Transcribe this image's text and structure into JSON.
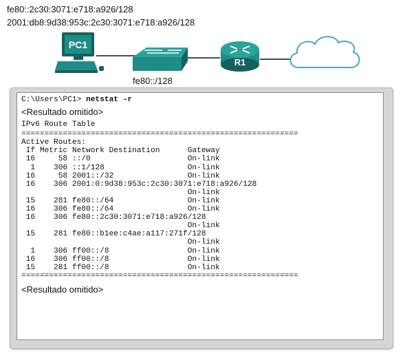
{
  "addresses": {
    "link_local": "fe80::2c30:3071:e718:a926/128",
    "global": "2001:db8:9d38:953c:2c30:3071:e718:a926/128"
  },
  "topology": {
    "pc_label": "PC1",
    "router_label": "R1",
    "switch_label": "fe80::/128",
    "icons": [
      "pc-icon",
      "switch-icon",
      "router-icon",
      "cloud-icon"
    ],
    "colors": {
      "device_teal": "#1f8c85",
      "device_dark": "#15615d",
      "cloud": "#ffffff",
      "cloud_outline": "#4fa3c4"
    }
  },
  "terminal": {
    "prompt": "C:\\Users\\PC1> ",
    "command": "netstat -r",
    "note_top": "<Resultado omitido>",
    "table_title": "IPv6 Route Table",
    "separator": "===========================================================================",
    "section": "Active Routes:",
    "header": " If Metric Network Destination      Gateway",
    "routes": [
      " 16     58 ::/0                     On-link",
      "  1    306 ::1/128                  On-link",
      " 16     58 2001::/32                On-link",
      " 16    306 2001:0:9d38:953c:2c30:3071:e718:a926/128",
      "                                    On-link",
      " 15    281 fe80::/64                On-link",
      " 16    306 fe80::/64                On-link",
      " 16    306 fe80::2c30:3071:e718:a926/128",
      "                                    On-link",
      " 15    281 fe80::b1ee:c4ae:a117:271f/128",
      "                                    On-link",
      "  1    306 ff00::/8                 On-link",
      " 16    306 ff00::/8                 On-link",
      " 15    281 ff00::/8                 On-link"
    ],
    "note_bottom": "<Resultado omitido>"
  }
}
